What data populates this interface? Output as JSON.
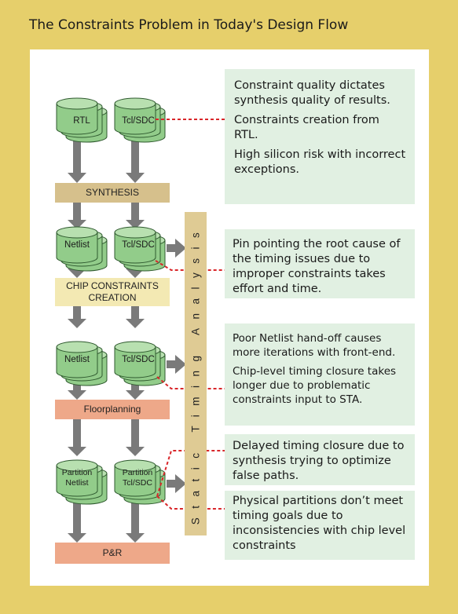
{
  "title": "The Constraints Problem in Today's Design Flow",
  "cylinders": {
    "rtl": "RTL",
    "tcl1": "Tcl/SDC",
    "netlist1": "Netlist",
    "tcl2": "Tcl/SDC",
    "netlist2": "Netlist",
    "tcl3": "Tcl/SDC",
    "partition_netlist_1": "Partition",
    "partition_netlist_2": "Netlist",
    "partition_tcl_1": "Partition",
    "partition_tcl_2": "Tcl/SDC"
  },
  "stages": {
    "synthesis": "SYNTHESIS",
    "chip_constraints_1": "CHIP CONSTRAINTS",
    "chip_constraints_2": "CREATION",
    "floorplanning": "Floorplanning",
    "pnr": "P&R"
  },
  "sta_label": "Static Timing Analysis",
  "notes": {
    "n1": [
      "Constraint quality dictates synthesis quality of results.",
      "Constraints creation from RTL.",
      "High silicon risk with incorrect exceptions."
    ],
    "n2": [
      "Pin pointing the root cause of the timing issues due to improper constraints takes effort and time."
    ],
    "n3": [
      "Poor Netlist hand-off causes more iterations with front-end.",
      "Chip-level timing closure takes longer due to problematic constraints input to STA."
    ],
    "n4": [
      "Delayed timing closure due to synthesis trying to optimize false paths."
    ],
    "n5": [
      "Physical partitions don’t meet timing goals due to inconsistencies with chip level constraints"
    ]
  },
  "colors": {
    "frame": "#e6cf6b",
    "note_bg": "#e1f0e2",
    "cylinder": "#92cc8a",
    "cylinder_top": "#b8e0b0",
    "synthesis": "#d6c08c",
    "chip_constraints": "#f3e9b3",
    "floorplanning": "#eea889",
    "pnr": "#eea889",
    "sta": "#dfcb94",
    "arrow": "#7a7a7a",
    "dashed": "#d9262a"
  }
}
